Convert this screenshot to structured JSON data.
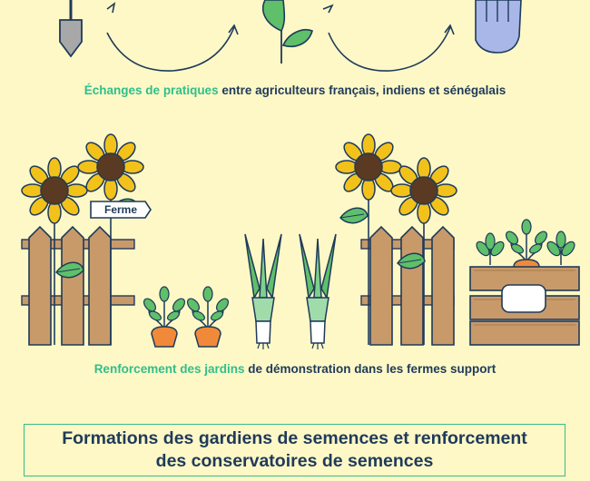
{
  "section1": {
    "caption_highlight": "Échanges de pratiques",
    "caption_rest": " entre agriculteurs français, indiens et sénégalais"
  },
  "section2": {
    "sign_label": "Ferme",
    "caption_highlight": "Renforcement des jardins",
    "caption_rest": " de démonstration dans les fermes support"
  },
  "banner": {
    "line1": "Formations des gardiens de semences et renforcement",
    "line2": "des conservatoires de semences"
  },
  "colors": {
    "background": "#fdf8c6",
    "outline": "#1f3a5a",
    "accent_green": "#2fbf8a",
    "fence": "#c89a6a",
    "petal": "#f2c21b",
    "carrot": "#f08a3a"
  }
}
